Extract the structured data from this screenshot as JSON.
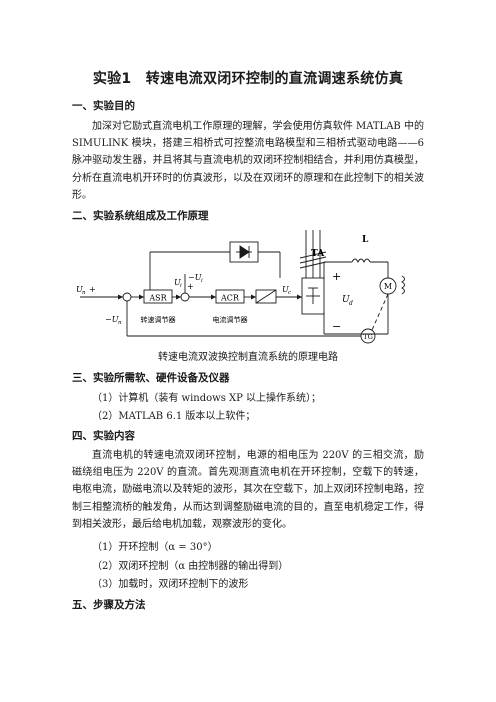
{
  "title": "实验1　转速电流双闭环控制的直流调速系统仿真",
  "sections": {
    "s1": "一、实验目的",
    "s2": "二、实验系统组成及工作原理",
    "s3": "三、实验所需软、硬件设备及仪器",
    "s4": "四、实验内容",
    "s5": "五、步骤及方法"
  },
  "purpose_text": "加深对它励式直流电机工作原理的理解，学会使用仿真软件 MATLAB 中的 SIMULINK 模块，搭建三相桥式可控整流电路模型和三相桥式驱动电路——6 脉冲驱动发生器，并且将其与直流电机的双闭环控制相结合，并利用仿真模型，分析在直流电机开环时的仿真波形，以及在双闭环的原理和在此控制下的相关波形。",
  "diagram": {
    "caption": "转速电流双波换控制直流系统的原理电路",
    "asr": "ASR",
    "acr": "ACR",
    "asr_label": "转速调节器",
    "acr_label": "电流调节器",
    "ta": "TA",
    "l": "L",
    "ud": "U",
    "ud_sub": "d",
    "m": "M",
    "tg": "TG",
    "un_star": "U",
    "un_star_sub": "n",
    "ui_star": "U",
    "ui_star_sub": "i",
    "neg_ui": "−U",
    "neg_ui_sub": "i",
    "neg_un": "−U",
    "neg_un_sub": "n",
    "uc": "U",
    "uc_sub": "c",
    "plus": "+",
    "minus": "−"
  },
  "equipment": [
    "（1）计算机（装有 windows XP 以上操作系统）；",
    "（2）MATLAB 6.1 版本以上软件；"
  ],
  "content_text": "直流电机的转速电流双闭环控制，电源的相电压为 220V 的三相交流，励磁绕组电压为 220V 的直流。首先观测直流电机在开环控制，空载下的转速，电枢电流，励磁电流以及转矩的波形，其次在空载下，加上双闭环控制电路，控制三相整流桥的触发角，从而达到调整励磁电流的目的，直至电机稳定工作，得到相关波形，最后给电机加载，观察波形的变化。",
  "content_items": [
    "（1）开环控制（α = 30°）",
    "（2）双闭环控制（α 由控制器的输出得到）",
    "（3）加载时，双闭环控制下的波形"
  ]
}
